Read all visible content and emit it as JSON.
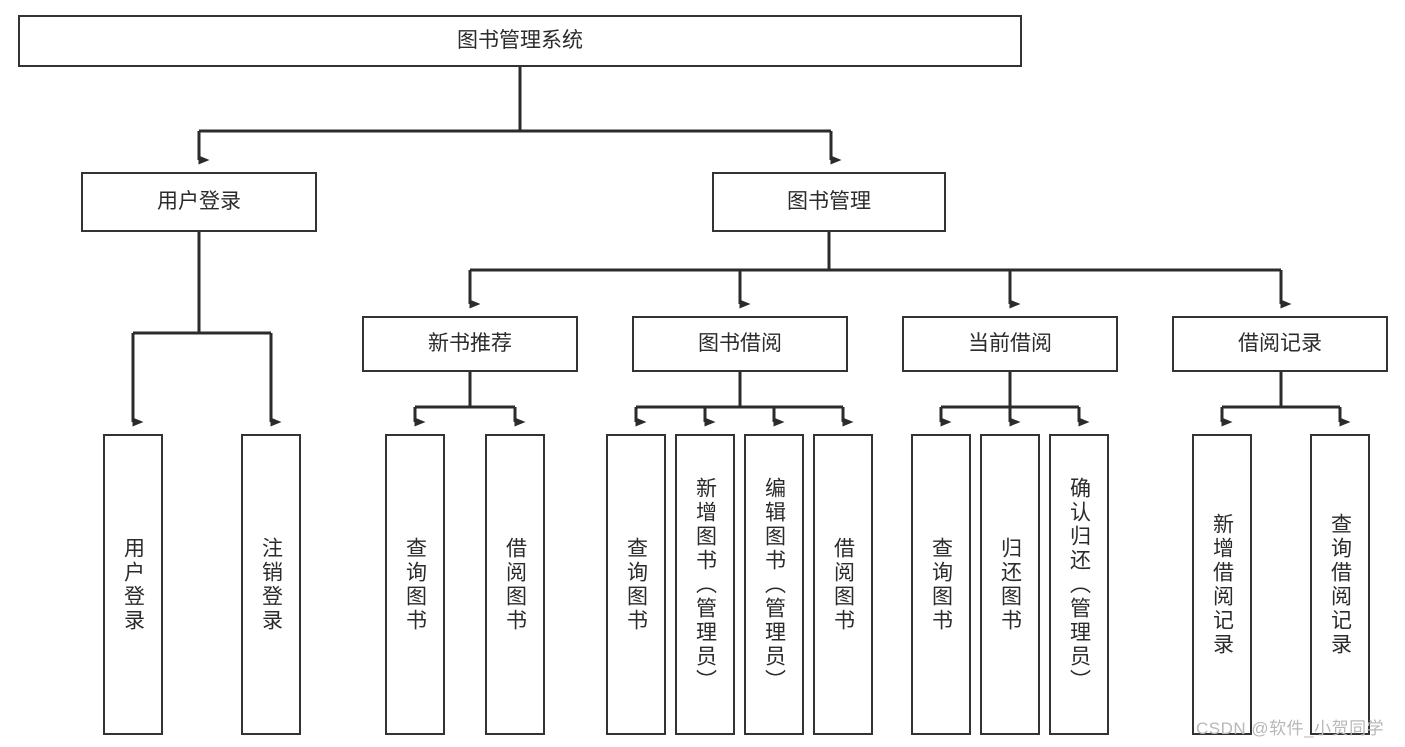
{
  "diagram": {
    "type": "tree",
    "title": "图书管理系统",
    "watermark": "CSDN @软件_小贺同学",
    "colors": {
      "box_border": "#333333",
      "box_fill": "#ffffff",
      "text": "#2b2b2b",
      "connector": "#2b2b2b",
      "watermark": "#b8b8b8",
      "background": "#ffffff"
    },
    "levels": {
      "root": {
        "label": "图书管理系统"
      },
      "level2": [
        {
          "label": "用户登录"
        },
        {
          "label": "图书管理"
        }
      ],
      "level3": [
        {
          "label": "新书推荐"
        },
        {
          "label": "图书借阅"
        },
        {
          "label": "当前借阅"
        },
        {
          "label": "借阅记录"
        }
      ],
      "leaves_user_login": [
        {
          "label": "用户登录"
        },
        {
          "label": "注销登录"
        }
      ],
      "leaves_new_book": [
        {
          "label": "查询图书"
        },
        {
          "label": "借阅图书"
        }
      ],
      "leaves_borrow": [
        {
          "label": "查询图书"
        },
        {
          "label": "新增图书（管理员）"
        },
        {
          "label": "编辑图书（管理员）"
        },
        {
          "label": "借阅图书"
        }
      ],
      "leaves_current": [
        {
          "label": "查询图书"
        },
        {
          "label": "归还图书"
        },
        {
          "label": "确认归还（管理员）"
        }
      ],
      "leaves_records": [
        {
          "label": "新增借阅记录"
        },
        {
          "label": "查询借阅记录"
        }
      ]
    }
  }
}
